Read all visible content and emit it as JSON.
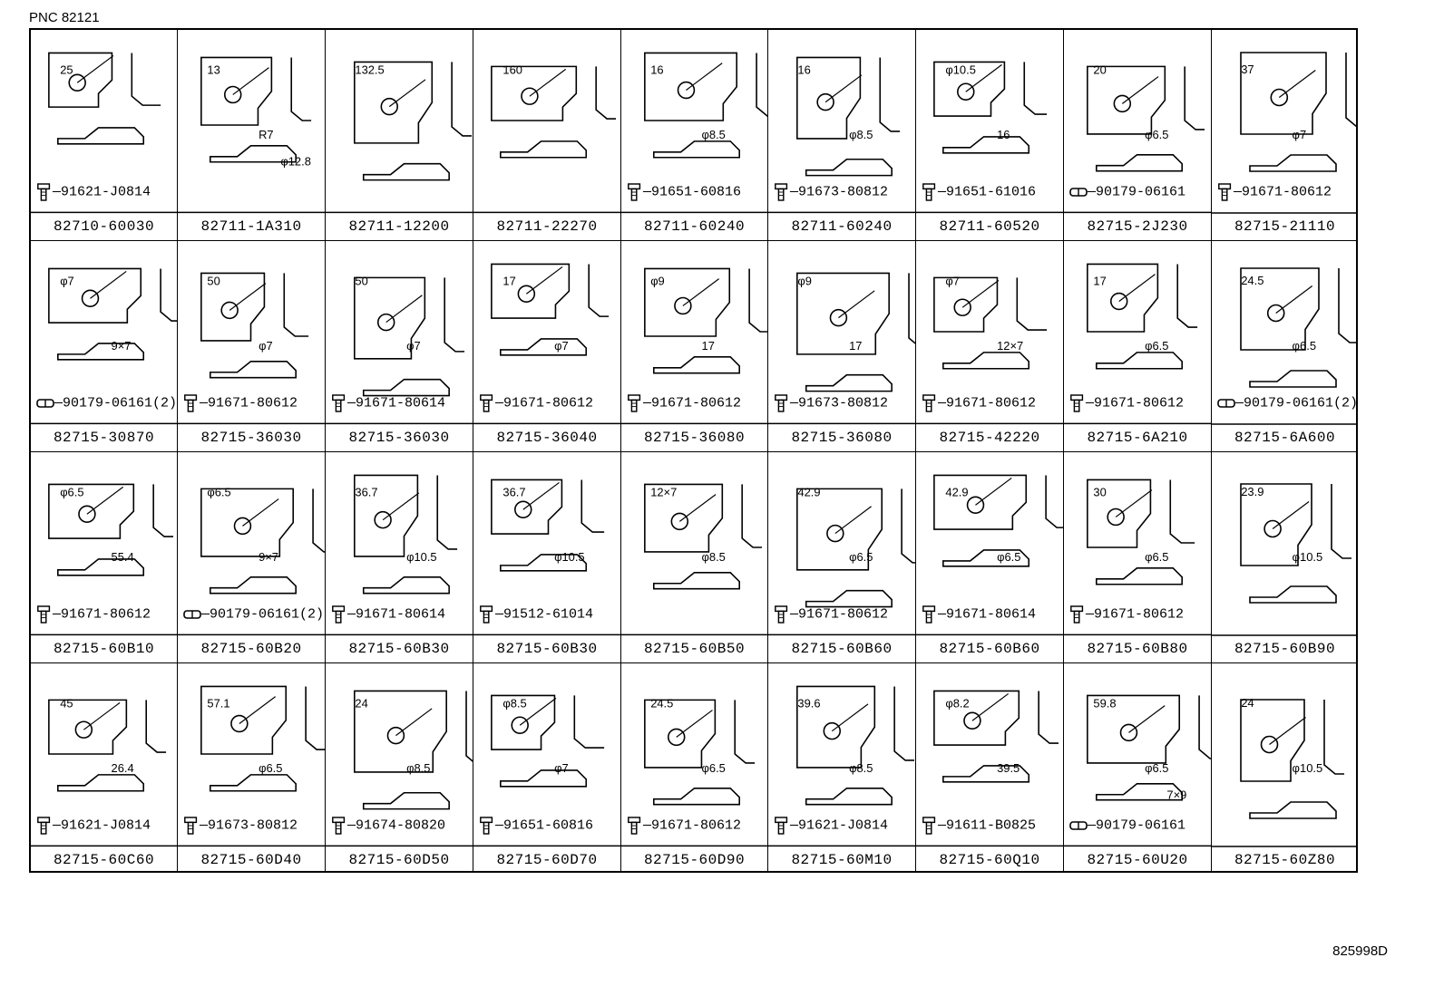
{
  "header": {
    "pnc": "PNC 82121"
  },
  "footer": {
    "ref": "825998D"
  },
  "rows": [
    [
      {
        "part": "82710-60030",
        "fastener": "91621-J0814",
        "ftype": "bolt",
        "dims": [
          "25"
        ]
      },
      {
        "part": "82711-1A310",
        "fastener": "",
        "ftype": "",
        "dims": [
          "13",
          "R7",
          "φ12.8"
        ]
      },
      {
        "part": "82711-12200",
        "fastener": "",
        "ftype": "",
        "dims": [
          "132.5"
        ]
      },
      {
        "part": "82711-22270",
        "fastener": "",
        "ftype": "",
        "dims": [
          "160"
        ]
      },
      {
        "part": "82711-60240",
        "fastener": "91651-60816",
        "ftype": "bolt",
        "dims": [
          "16",
          "φ8.5"
        ]
      },
      {
        "part": "82711-60240",
        "fastener": "91673-80812",
        "ftype": "bolt",
        "dims": [
          "16",
          "φ8.5"
        ]
      },
      {
        "part": "82711-60520",
        "fastener": "91651-61016",
        "ftype": "bolt",
        "dims": [
          "φ10.5",
          "16"
        ]
      },
      {
        "part": "82715-2J230",
        "fastener": "90179-06161",
        "ftype": "nut",
        "dims": [
          "20",
          "φ6.5"
        ]
      },
      {
        "part": "82715-21110",
        "fastener": "91671-80612",
        "ftype": "bolt",
        "dims": [
          "37",
          "φ7"
        ]
      }
    ],
    [
      {
        "part": "82715-30870",
        "fastener": "90179-06161(2)",
        "ftype": "nut",
        "dims": [
          "φ7",
          "9×7"
        ]
      },
      {
        "part": "82715-36030",
        "fastener": "91671-80612",
        "ftype": "bolt",
        "dims": [
          "50",
          "φ7"
        ]
      },
      {
        "part": "82715-36030",
        "fastener": "91671-80614",
        "ftype": "bolt",
        "dims": [
          "50",
          "φ7"
        ]
      },
      {
        "part": "82715-36040",
        "fastener": "91671-80612",
        "ftype": "bolt",
        "dims": [
          "17",
          "φ7"
        ]
      },
      {
        "part": "82715-36080",
        "fastener": "91671-80612",
        "ftype": "bolt",
        "dims": [
          "φ9",
          "17"
        ]
      },
      {
        "part": "82715-36080",
        "fastener": "91673-80812",
        "ftype": "bolt",
        "dims": [
          "φ9",
          "17"
        ]
      },
      {
        "part": "82715-42220",
        "fastener": "91671-80612",
        "ftype": "bolt",
        "dims": [
          "φ7",
          "12×7"
        ]
      },
      {
        "part": "82715-6A210",
        "fastener": "91671-80612",
        "ftype": "bolt",
        "dims": [
          "17",
          "φ6.5"
        ]
      },
      {
        "part": "82715-6A600",
        "fastener": "90179-06161(2)",
        "ftype": "nut",
        "dims": [
          "24.5",
          "φ6.5"
        ]
      }
    ],
    [
      {
        "part": "82715-60B10",
        "fastener": "91671-80612",
        "ftype": "bolt",
        "dims": [
          "φ6.5",
          "55.4"
        ]
      },
      {
        "part": "82715-60B20",
        "fastener": "90179-06161(2)",
        "ftype": "nut",
        "dims": [
          "φ6.5",
          "9×7"
        ]
      },
      {
        "part": "82715-60B30",
        "fastener": "91671-80614",
        "ftype": "bolt",
        "dims": [
          "36.7",
          "φ10.5"
        ]
      },
      {
        "part": "82715-60B30",
        "fastener": "91512-61014",
        "ftype": "bolt",
        "dims": [
          "36.7",
          "φ10.5"
        ]
      },
      {
        "part": "82715-60B50",
        "fastener": "",
        "ftype": "",
        "dims": [
          "12×7",
          "φ8.5"
        ]
      },
      {
        "part": "82715-60B60",
        "fastener": "91671-80612",
        "ftype": "bolt",
        "dims": [
          "42.9",
          "φ6.5"
        ]
      },
      {
        "part": "82715-60B60",
        "fastener": "91671-80614",
        "ftype": "bolt",
        "dims": [
          "42.9",
          "φ6.5"
        ]
      },
      {
        "part": "82715-60B80",
        "fastener": "91671-80612",
        "ftype": "bolt",
        "dims": [
          "30",
          "φ6.5"
        ]
      },
      {
        "part": "82715-60B90",
        "fastener": "",
        "ftype": "",
        "dims": [
          "23.9",
          "φ10.5"
        ]
      }
    ],
    [
      {
        "part": "82715-60C60",
        "fastener": "91621-J0814",
        "ftype": "bolt",
        "dims": [
          "45",
          "26.4"
        ]
      },
      {
        "part": "82715-60D40",
        "fastener": "91673-80812",
        "ftype": "bolt",
        "dims": [
          "57.1",
          "φ6.5"
        ]
      },
      {
        "part": "82715-60D50",
        "fastener": "91674-80820",
        "ftype": "bolt",
        "dims": [
          "24",
          "φ8.5"
        ]
      },
      {
        "part": "82715-60D70",
        "fastener": "91651-60816",
        "ftype": "bolt",
        "dims": [
          "φ8.5",
          "φ7"
        ]
      },
      {
        "part": "82715-60D90",
        "fastener": "91671-80612",
        "ftype": "bolt",
        "dims": [
          "24.5",
          "φ6.5"
        ]
      },
      {
        "part": "82715-60M10",
        "fastener": "91621-J0814",
        "ftype": "bolt",
        "dims": [
          "39.6",
          "φ8.5"
        ]
      },
      {
        "part": "82715-60Q10",
        "fastener": "91611-B0825",
        "ftype": "bolt",
        "dims": [
          "φ8.2",
          "39.5"
        ]
      },
      {
        "part": "82715-60U20",
        "fastener": "90179-06161",
        "ftype": "nut",
        "dims": [
          "59.8",
          "φ6.5",
          "7×9"
        ]
      },
      {
        "part": "82715-60Z80",
        "fastener": "",
        "ftype": "",
        "dims": [
          "24",
          "φ10.5"
        ]
      }
    ]
  ]
}
